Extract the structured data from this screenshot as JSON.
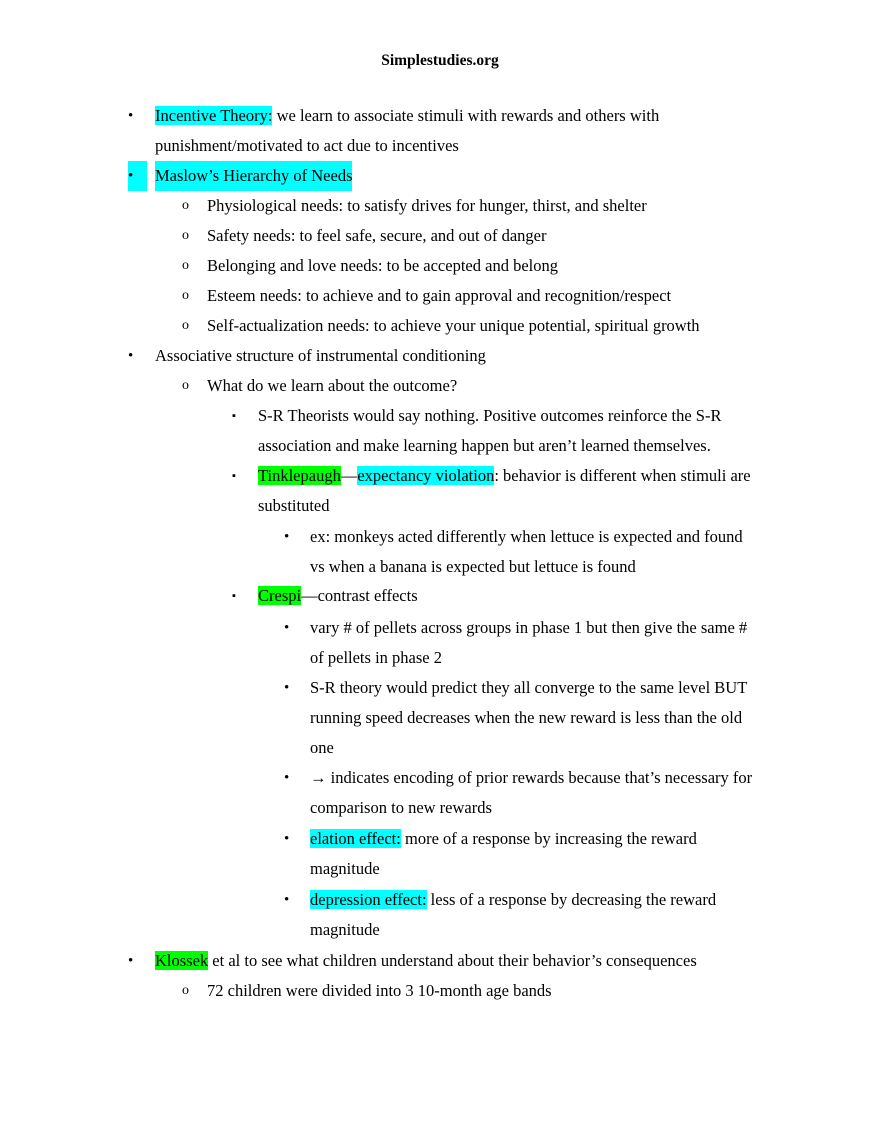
{
  "header": {
    "site": "Simplestudies.org"
  },
  "glyphs": {
    "disc": "•",
    "circle": "o",
    "square": "▪",
    "arrow": "→"
  },
  "colors": {
    "highlight_cyan": "#00ffff",
    "highlight_green": "#00ff00"
  },
  "content": {
    "incentive": {
      "term": "Incentive Theory:",
      "text": " we learn to associate stimuli with rewards and others with",
      "cont": "punishment/motivated to act due to incentives"
    },
    "maslow": {
      "title": "Maslow’s Hierarchy of Needs",
      "needs": [
        "Physiological needs: to satisfy drives for hunger, thirst, and shelter",
        "Safety needs: to feel safe, secure, and out of danger",
        "Belonging and love needs: to be accepted and belong",
        "Esteem needs: to achieve and to gain approval and recognition/respect",
        "Self-actualization needs: to achieve your unique potential, spiritual growth"
      ]
    },
    "associative": {
      "title": "Associative structure of instrumental conditioning",
      "question": "What do we learn about the outcome?",
      "sr": {
        "line1": "S-R Theorists would say nothing. Positive outcomes reinforce the S-R",
        "line2": "association and make learning happen but aren’t learned themselves."
      },
      "tinklepaugh": {
        "name": "Tinklepaugh",
        "dash": "—",
        "term": "expectancy violation",
        "text": ": behavior is different when stimuli are",
        "cont": "substituted",
        "example_line1": "ex: monkeys acted differently when lettuce is expected and found",
        "example_line2": "vs when a banana is expected but lettuce is found"
      },
      "crespi": {
        "name": "Crespi",
        "text": "—contrast effects",
        "points": [
          [
            "vary # of pellets across groups in phase 1 but then give the same #",
            "of pellets in phase 2"
          ],
          [
            "S-R theory would predict they all converge to the same level BUT",
            "running speed decreases when the new reward is less than the old",
            "one"
          ]
        ],
        "arrow_line1": " indicates encoding of prior rewards because that’s necessary for",
        "arrow_line2": "comparison to new rewards",
        "elation": {
          "term": "elation effect:",
          "text": " more of a response by increasing the reward",
          "cont": "magnitude"
        },
        "depression": {
          "term": "depression effect:",
          "text": " less of a response by decreasing the reward",
          "cont": "magnitude"
        }
      }
    },
    "klossek": {
      "name": "Klossek",
      "text": " et al to see what children understand about their behavior’s consequences",
      "sub": "72 children were divided into 3 10-month age bands"
    }
  }
}
